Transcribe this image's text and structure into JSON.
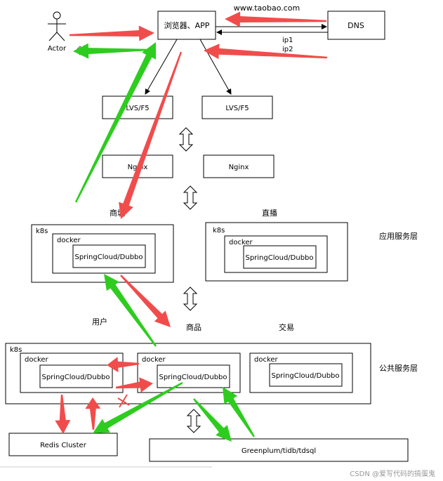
{
  "actor": {
    "label": "Actor"
  },
  "browser": {
    "label": "浏览器、APP"
  },
  "dns": {
    "label": "DNS",
    "request_label": "www.taobao.com",
    "reply_label_1": "ip1",
    "reply_label_2": "ip2"
  },
  "lvs": {
    "left_label": "LVS/F5",
    "right_label": "LVS/F5"
  },
  "nginx": {
    "left_label": "Nginx",
    "right_label": "Nginx"
  },
  "app_layer": {
    "label": "应用服务层",
    "mall": {
      "title": "商城",
      "k8s": "k8s",
      "docker": "docker",
      "service": "SpringCloud/Dubbo"
    },
    "live": {
      "title": "直播",
      "k8s": "k8s",
      "docker": "docker",
      "service": "SpringCloud/Dubbo"
    }
  },
  "public_layer": {
    "label": "公共服务层",
    "k8s": "k8s",
    "user": {
      "title": "用户",
      "docker": "docker",
      "service": "SpringCloud/Dubbo"
    },
    "goods": {
      "title": "商品",
      "docker": "docker",
      "service": "SpringCloud/Dubbo"
    },
    "trade": {
      "title": "交易",
      "docker": "docker",
      "service": "SpringCloud/Dubbo"
    }
  },
  "storage": {
    "redis": "Redis Cluster",
    "db": "Greenplum/tidb/tdsql"
  },
  "watermark": "CSDN @爱写代码的搞蛋鬼",
  "colors": {
    "request_arrow": "#f14c4c",
    "response_arrow": "#2ecc1f",
    "line": "#000000"
  }
}
